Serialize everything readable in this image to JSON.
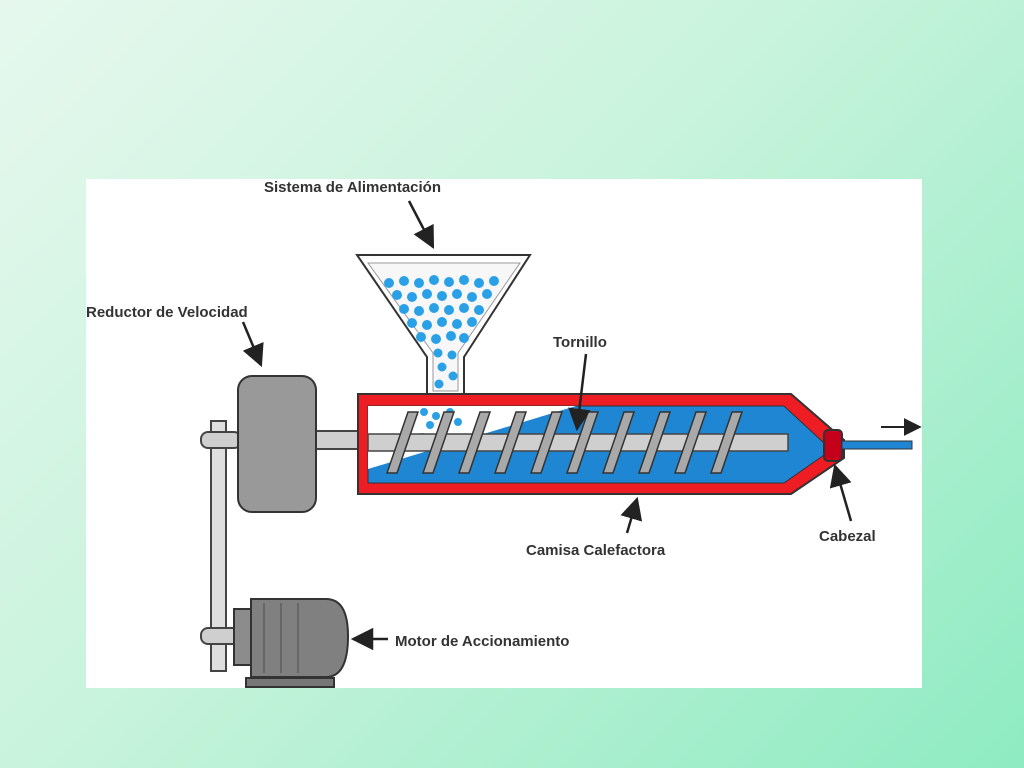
{
  "labels": {
    "feed_system": "Sistema de Alimentación",
    "speed_reducer": "Reductor de Velocidad",
    "screw": "Tornillo",
    "heating_jacket": "Camisa Calefactora",
    "head": "Cabezal",
    "drive_motor": "Motor de Accionamiento"
  },
  "colors": {
    "jacket": "#ee1c23",
    "melt": "#1f86d4",
    "pellet": "#2aa0e6",
    "head": "#c4001a",
    "motor": "#808080",
    "reducer": "#999999",
    "shaft": "#cfcfcf",
    "panel": "#ffffff",
    "label_text": "#333333"
  },
  "icons": {
    "annotation_arrow": "arrow-icon",
    "output_arrow": "right-arrow-icon"
  }
}
